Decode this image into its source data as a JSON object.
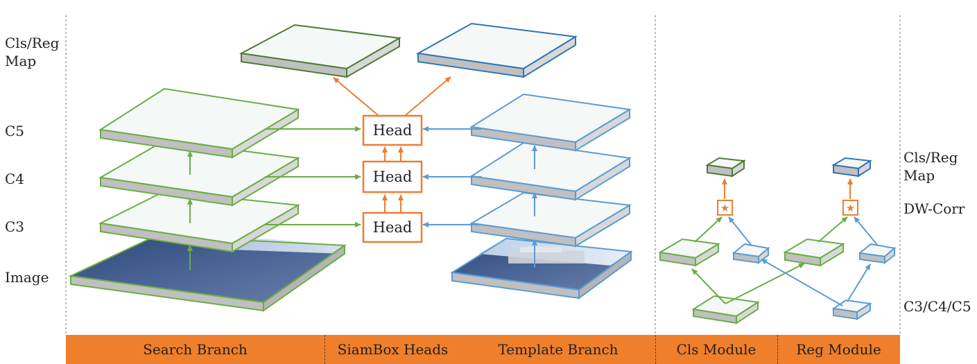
{
  "left_labels": {
    "cls_reg_map": "Cls/Reg\nMap",
    "c5": "C5",
    "c4": "C4",
    "c3": "C3",
    "image": "Image"
  },
  "right_labels": {
    "cls_reg_map": "Cls/Reg\nMap",
    "dw_corr": "DW-Corr",
    "c3c4c5": "C3/C4/C5"
  },
  "heads": {
    "c5": "Head",
    "c4": "Head",
    "c3": "Head"
  },
  "bottom_bar": {
    "search": "Search Branch",
    "heads": "SiamBox Heads",
    "template": "Template Branch",
    "cls": "Cls Module",
    "reg": "Reg Module"
  },
  "colors": {
    "search_green": "#6aad45",
    "template_blue": "#5b9bd5",
    "head_orange": "#ed7d31",
    "map_green_dark": "#4e7a35",
    "map_blue_dark": "#2e75b6",
    "layer_side": "#c0c0c0",
    "layer_top": "#f4f8f6",
    "bar_orange": "#f07f2b"
  },
  "icons": {
    "dw_corr": "star-icon"
  }
}
